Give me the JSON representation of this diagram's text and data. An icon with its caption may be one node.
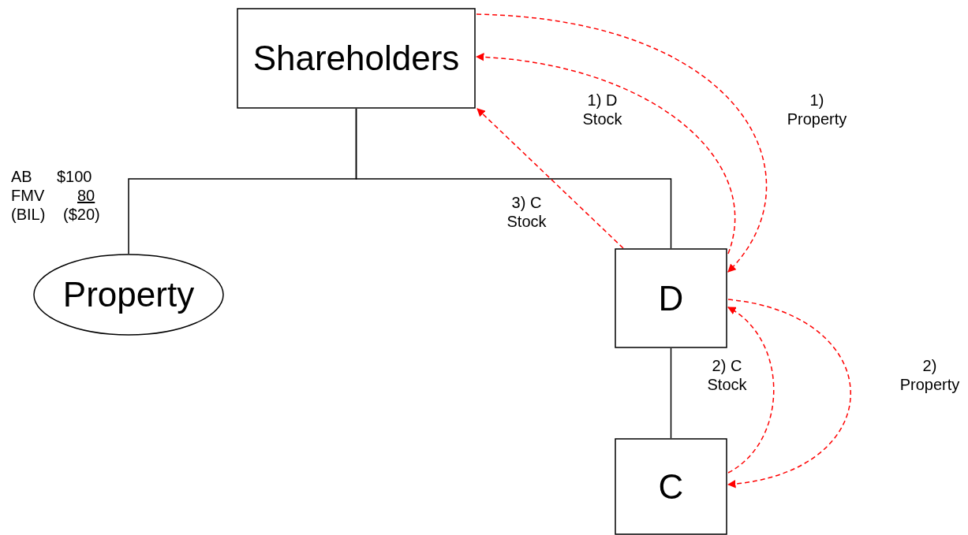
{
  "diagram": {
    "nodes": [
      {
        "text": [
          "Shareholders"
        ]
      },
      {
        "text": [
          "Property"
        ]
      },
      {
        "text": [
          "D"
        ]
      },
      {
        "text": [
          "C"
        ]
      }
    ],
    "edges": [
      {
        "from": 0,
        "to": 1,
        "arrow": "none",
        "color": "#000000"
      },
      {
        "from": 0,
        "to": 2,
        "arrow": "none",
        "color": "#000000"
      },
      {
        "from": 2,
        "to": 3,
        "arrow": "none",
        "color": "#000000"
      },
      {
        "from": 0,
        "to": 2,
        "arrow": "to",
        "label": "1) Property",
        "style": "dashed"
      },
      {
        "from": 2,
        "to": 0,
        "arrow": "to",
        "label": "1) D Stock",
        "style": "dashed"
      },
      {
        "from": 2,
        "to": 0,
        "arrow": "to",
        "label": "3) C Stock",
        "style": "dashed"
      },
      {
        "from": 2,
        "to": 3,
        "arrow": "to",
        "label": "2) Property",
        "style": "dashed"
      },
      {
        "from": 3,
        "to": 2,
        "arrow": "to",
        "label": "2) C Stock",
        "style": "dashed"
      }
    ],
    "labels": [
      "AB",
      "$100",
      "FMV",
      "80",
      "(BIL)",
      "($20)"
    ]
  }
}
